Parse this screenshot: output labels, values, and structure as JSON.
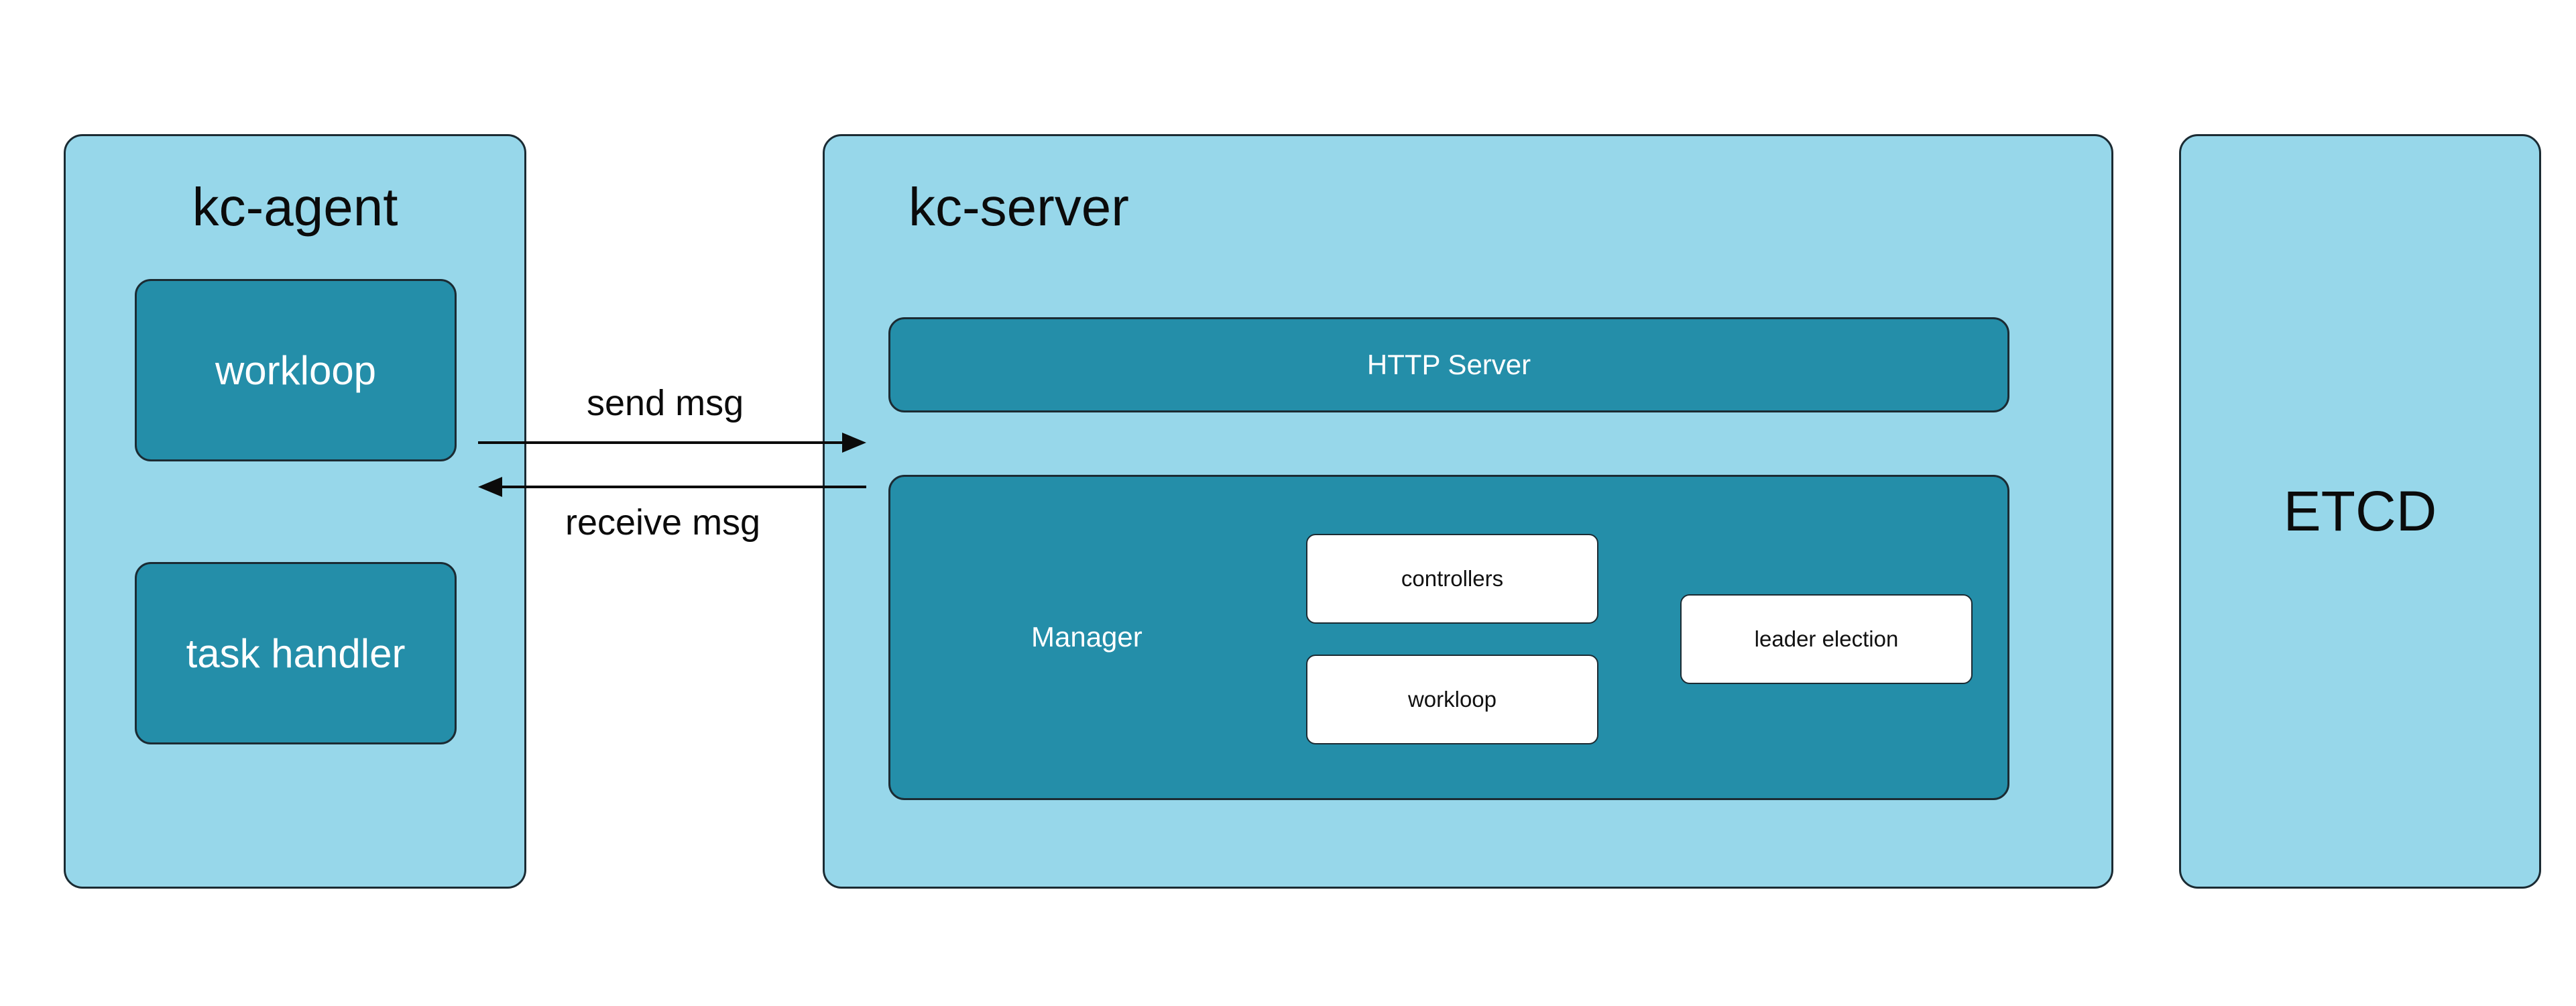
{
  "kc_agent": {
    "title": "kc-agent",
    "workloop": "workloop",
    "task_handler": "task handler"
  },
  "kc_server": {
    "title": "kc-server",
    "http_server": "HTTP Server",
    "manager": {
      "label": "Manager",
      "controllers": "controllers",
      "workloop": "workloop",
      "leader_election": "leader election"
    }
  },
  "etcd": {
    "title": "ETCD"
  },
  "arrows": {
    "send": "send msg",
    "receive": "receive msg"
  },
  "colors": {
    "container_fill": "#97d7ea",
    "component_fill": "#248ea9",
    "subcomponent_fill": "#ffffff",
    "border": "#1b2b33"
  }
}
